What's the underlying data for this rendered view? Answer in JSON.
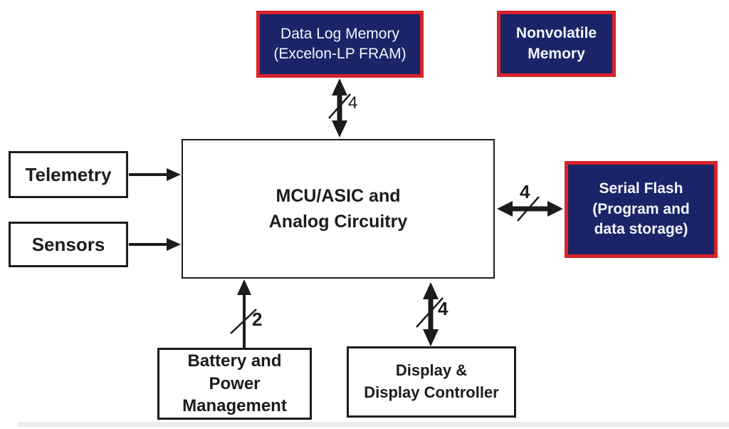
{
  "diagram": {
    "boxes": {
      "data_log_memory": {
        "lines": [
          "Data Log Memory",
          "(Excelon-LP FRAM)"
        ]
      },
      "nonvolatile_memory": {
        "lines": [
          "Nonvolatile",
          "Memory"
        ]
      },
      "mcu": {
        "lines": [
          "MCU/ASIC and",
          "Analog Circuitry"
        ]
      },
      "telemetry": {
        "lines": [
          "Telemetry"
        ]
      },
      "sensors": {
        "lines": [
          "Sensors"
        ]
      },
      "serial_flash": {
        "lines": [
          "Serial Flash",
          "(Program and",
          "data storage)"
        ]
      },
      "battery": {
        "lines": [
          "Battery and",
          "Power",
          "Management"
        ]
      },
      "display": {
        "lines": [
          "Display &",
          "Display Controller"
        ]
      }
    },
    "bus_widths": {
      "mcu_data_log": "4",
      "mcu_serial_flash": "4",
      "battery_mcu": "2",
      "mcu_display": "4"
    },
    "colors": {
      "memory_box_fill": "#1b2468",
      "memory_box_border": "#d8232a",
      "memory_box_text": "#f4f6fd",
      "plain_box_border": "#1c1c1c",
      "line_color": "#1c1c1c"
    }
  }
}
